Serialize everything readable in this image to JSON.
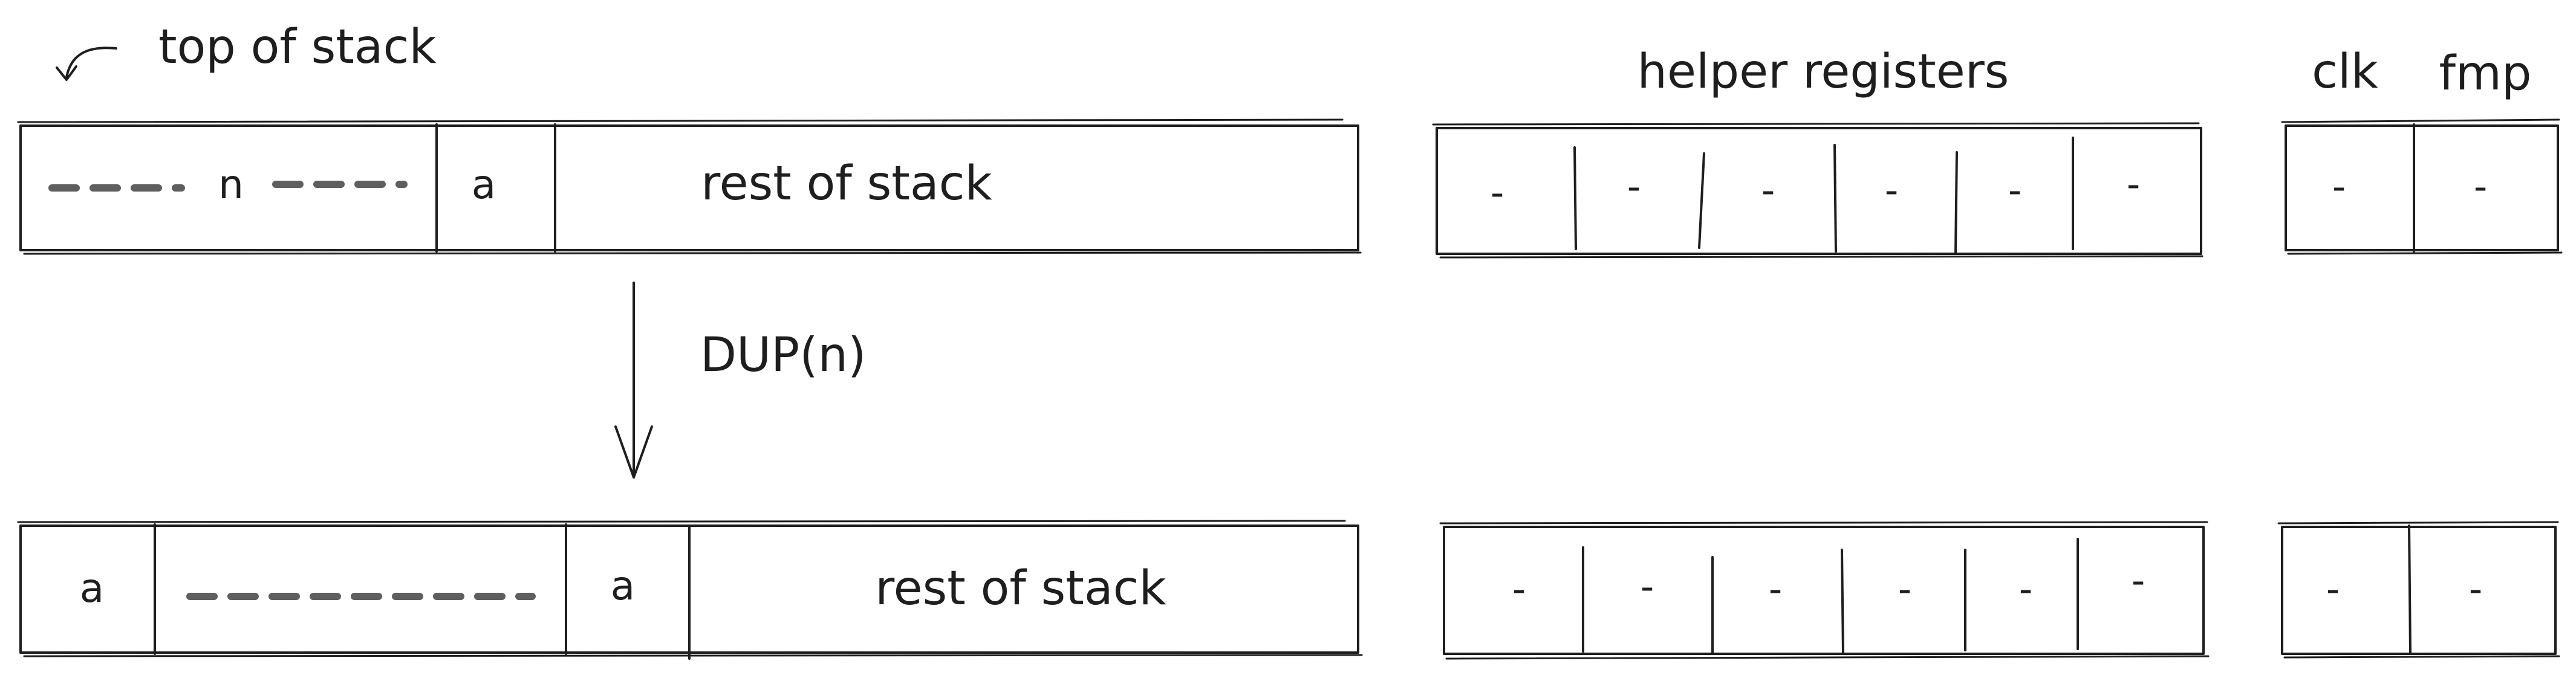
{
  "labels": {
    "top_of_stack": "top of stack",
    "helper_registers": "helper registers",
    "clk": "clk",
    "fmp": "fmp",
    "operation": "DUP(n)"
  },
  "before": {
    "stack": {
      "cell_n": "n",
      "cell_a": "a",
      "rest": "rest of stack"
    },
    "helpers": [
      "-",
      "-",
      "-",
      "-",
      "-",
      "-"
    ],
    "clk": "-",
    "fmp": "-"
  },
  "after": {
    "stack": {
      "cell_top": "a",
      "cell_a": "a",
      "rest": "rest of stack"
    },
    "helpers": [
      "-",
      "-",
      "-",
      "-",
      "-",
      "-"
    ],
    "clk": "-",
    "fmp": "-"
  }
}
